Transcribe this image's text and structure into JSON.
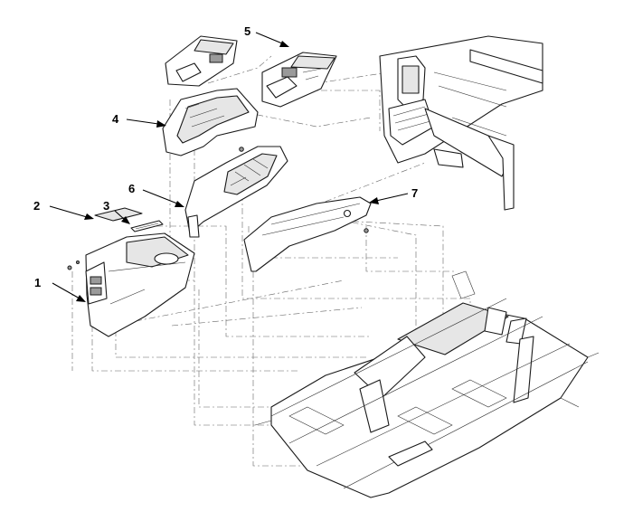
{
  "diagram": {
    "callouts": [
      {
        "id": "c1",
        "label": "1"
      },
      {
        "id": "c2",
        "label": "2"
      },
      {
        "id": "c3",
        "label": "3"
      },
      {
        "id": "c4",
        "label": "4"
      },
      {
        "id": "c5",
        "label": "5"
      },
      {
        "id": "c6",
        "label": "6"
      },
      {
        "id": "c7",
        "label": "7"
      }
    ],
    "colors": {
      "outline": "#1a1a1a",
      "fill": "#ffffff",
      "shade": "#e6e6e6",
      "leader": "#000000",
      "centerline": "#666666"
    }
  }
}
